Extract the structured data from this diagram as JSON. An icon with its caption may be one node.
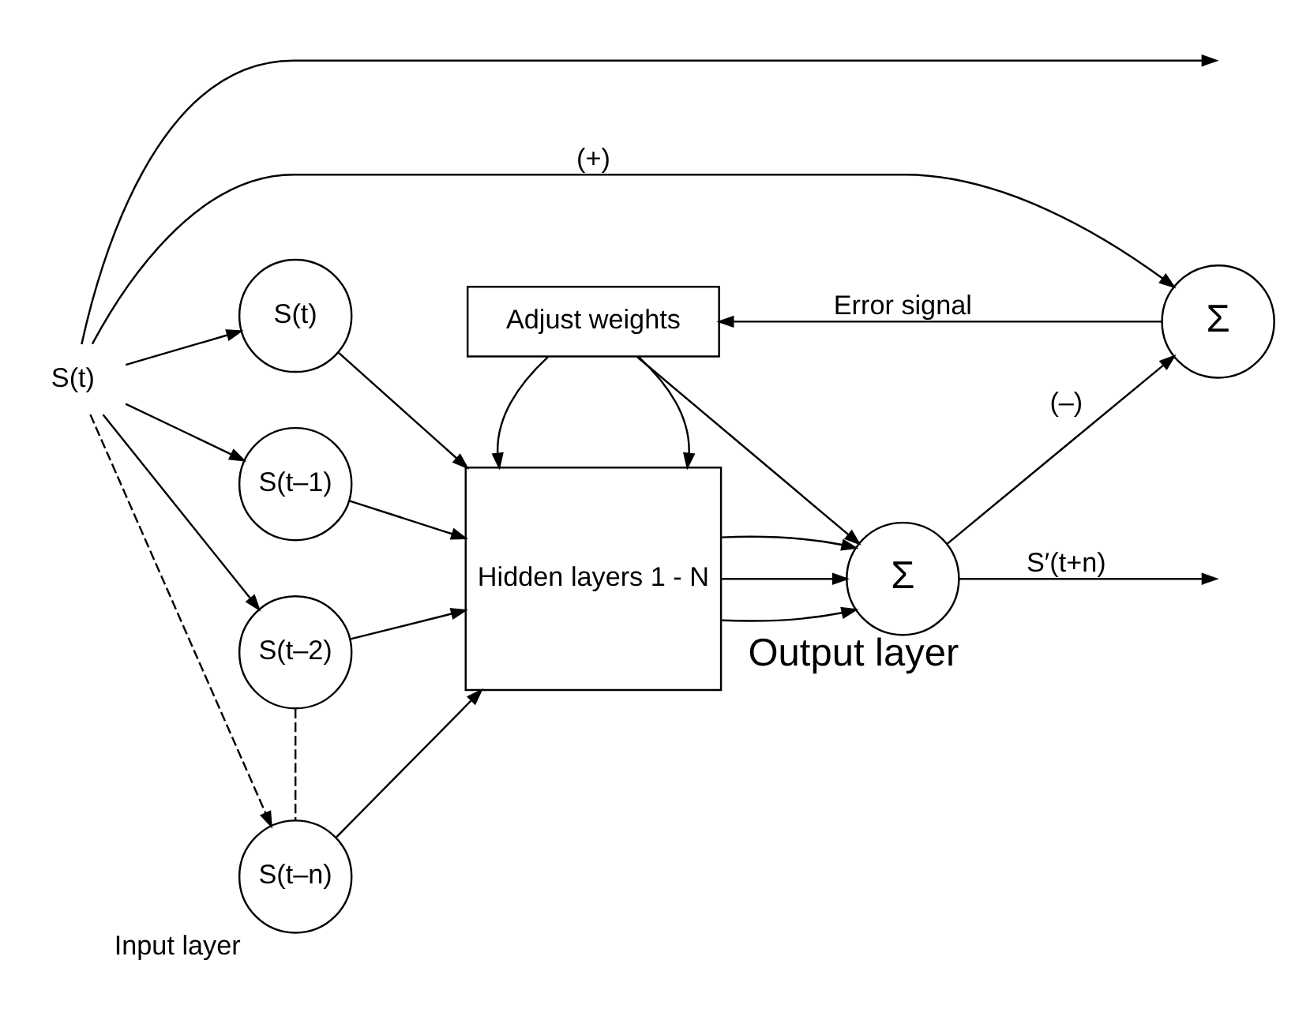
{
  "diagram": {
    "nodes": [
      {
        "text": [
          "S(t)"
        ]
      },
      {
        "text": [
          "S(t)"
        ]
      },
      {
        "text": [
          "S(t–1)"
        ]
      },
      {
        "text": [
          "S(t–2)"
        ]
      },
      {
        "text": [
          "S(t–n)"
        ],
        "beside": [
          "Input layer"
        ]
      },
      {
        "text": [
          "Hidden layers 1 - N"
        ]
      },
      {
        "text": [
          "Σ"
        ],
        "beside": [
          "Output layer"
        ]
      },
      {
        "text": [
          "Adjust weights"
        ]
      },
      {
        "text": [
          "Σ"
        ]
      }
    ],
    "edges": [
      {
        "from": 0,
        "to": null,
        "arrow": "to"
      },
      {
        "from": 0,
        "to": 1,
        "arrow": "to"
      },
      {
        "from": 0,
        "to": 2,
        "arrow": "to"
      },
      {
        "from": 0,
        "to": 3,
        "arrow": "to"
      },
      {
        "from": 0,
        "to": 4,
        "arrow": "to",
        "style": "dashed"
      },
      {
        "from": 3,
        "to": 4,
        "arrow": "none",
        "style": "dashed"
      },
      {
        "from": 1,
        "to": 5,
        "arrow": "to"
      },
      {
        "from": 2,
        "to": 5,
        "arrow": "to"
      },
      {
        "from": 3,
        "to": 5,
        "arrow": "to"
      },
      {
        "from": 4,
        "to": 5,
        "arrow": "to"
      },
      {
        "from": 5,
        "to": 6,
        "arrow": "to"
      },
      {
        "from": 5,
        "to": 6,
        "arrow": "to"
      },
      {
        "from": 5,
        "to": 6,
        "arrow": "to"
      },
      {
        "from": 6,
        "to": null,
        "arrow": "to",
        "label": "S′(t+n)"
      },
      {
        "from": 0,
        "to": 8,
        "arrow": "to",
        "label": "(+)"
      },
      {
        "from": 6,
        "to": 8,
        "arrow": "to",
        "label": "(–)"
      },
      {
        "from": 8,
        "to": 7,
        "arrow": "to",
        "label": "Error signal"
      },
      {
        "from": 7,
        "to": 5,
        "arrow": "to"
      },
      {
        "from": 7,
        "to": 5,
        "arrow": "to"
      },
      {
        "from": 7,
        "to": 6,
        "arrow": "to"
      }
    ]
  }
}
